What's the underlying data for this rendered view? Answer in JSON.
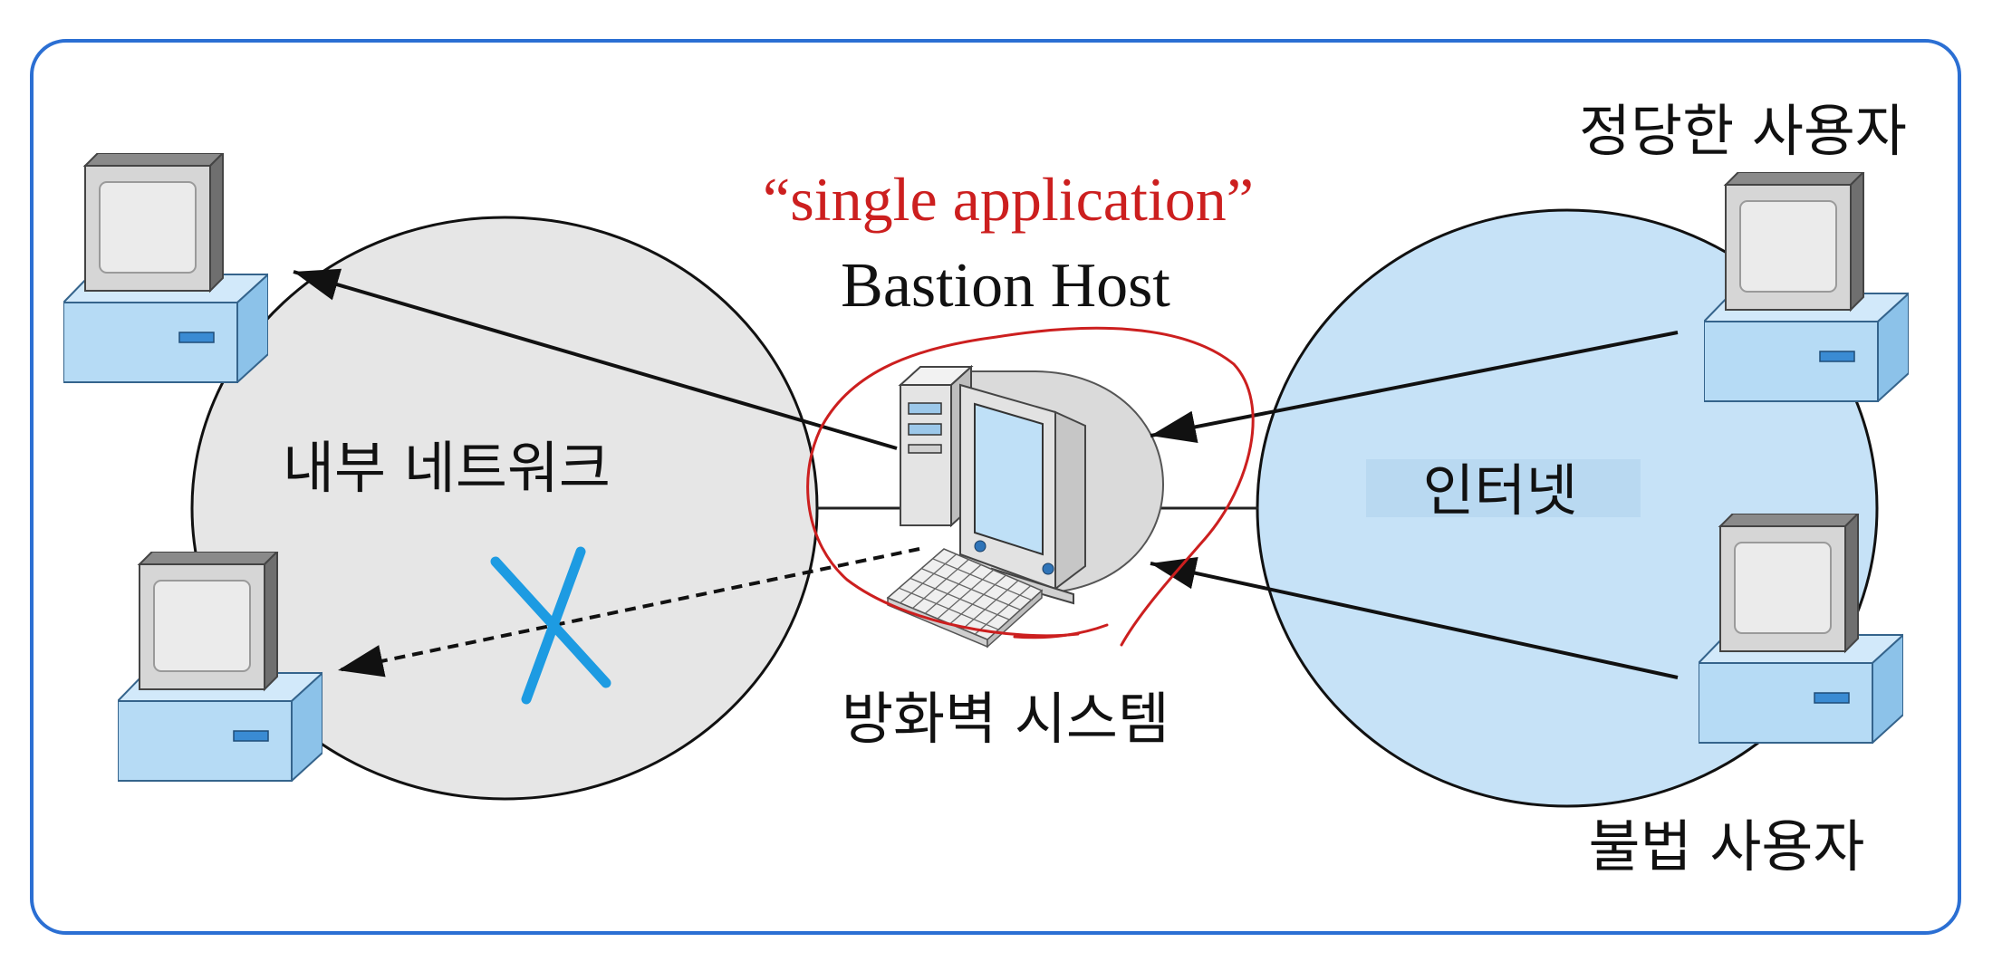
{
  "diagram": {
    "annotation": "“single application”",
    "bastion_host": "Bastion Host",
    "firewall_system": "방화벽 시스템",
    "internal_network": "내부 네트워크",
    "internet": "인터넷",
    "legitimate_user": "정당한 사용자",
    "illegal_user": "불법 사용자"
  },
  "icons": {
    "workstation": "desktop-computer-icon",
    "bastion_host": "tower-computer-icon",
    "blocked": "cross-mark-icon",
    "arrow": "arrowhead-icon"
  },
  "colors": {
    "frame": "#2b6fd3",
    "annotation": "#cc1f1f",
    "blocked_mark": "#1d9be2",
    "internal_network_fill": "#e6e6e6",
    "internet_fill": "#c6e2f7"
  }
}
